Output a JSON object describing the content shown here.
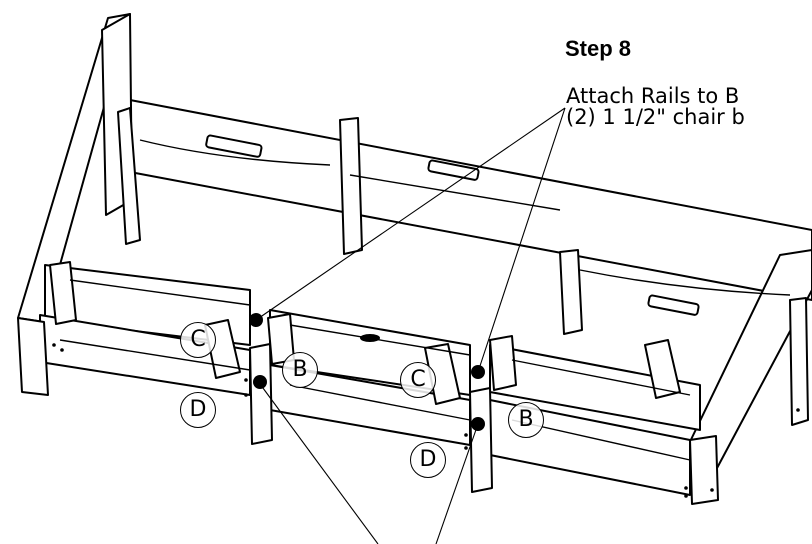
{
  "step": {
    "title": "Step 8",
    "instruction_line1": "Attach Rails to B",
    "instruction_line2": "(2) 1 1/2\" chair b"
  },
  "part_labels": {
    "c_left": "C",
    "d_left": "D",
    "b_left": "B",
    "c_center": "C",
    "d_center": "D",
    "b_right": "B"
  }
}
